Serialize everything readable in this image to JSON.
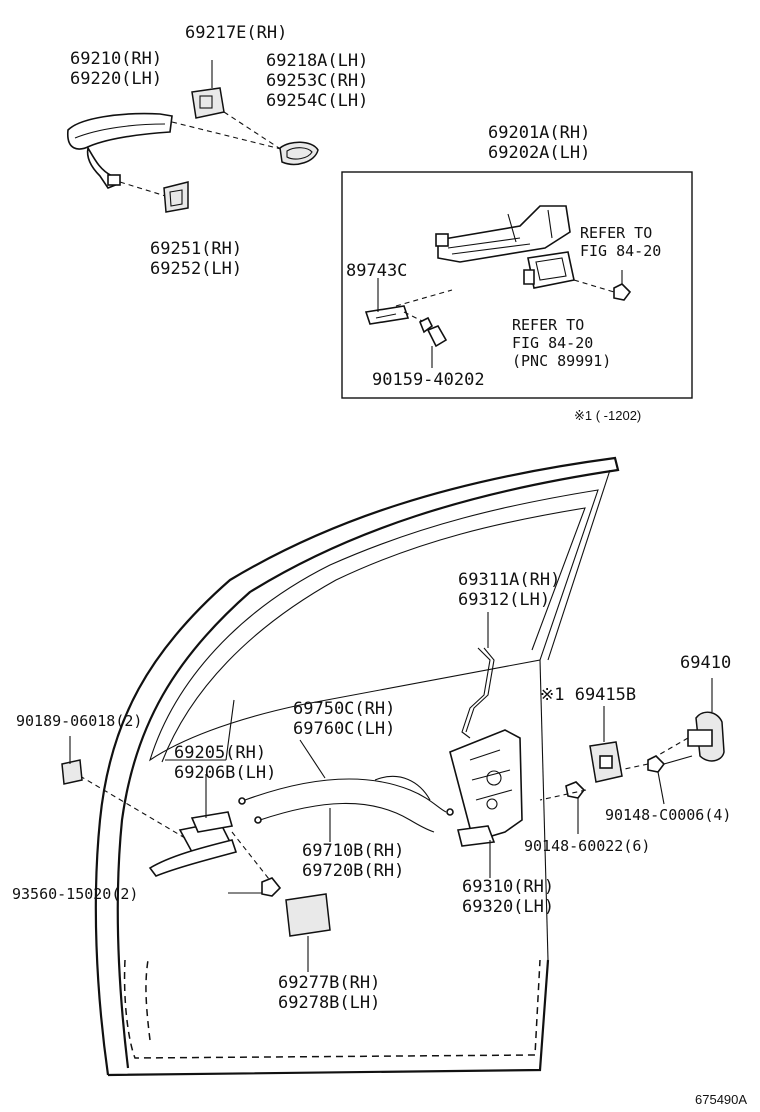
{
  "labels": {
    "p69217e": "69217E(RH)",
    "p69210": "69210(RH)",
    "p69220": "69220(LH)",
    "p69218a": "69218A(LH)",
    "p69253c": "69253C(RH)",
    "p69254c": "69254C(LH)",
    "p69251": "69251(RH)",
    "p69252": "69252(LH)",
    "p69201a": "69201A(RH)",
    "p69202a": "69202A(LH)",
    "p89743c": "89743C",
    "refer1_a": "REFER TO",
    "refer1_b": "FIG 84-20",
    "refer2_a": "REFER TO",
    "refer2_b": "FIG 84-20",
    "refer2_c": "(PNC 89991)",
    "p90159": "90159-40202",
    "note": "※1 (    -1202)",
    "p69311a": "69311A(RH)",
    "p69312": "69312(LH)",
    "p69410": "69410",
    "p69415b": "※1 69415B",
    "p90189": "90189-06018(2)",
    "p69750c": "69750C(RH)",
    "p69760c": "69760C(LH)",
    "p69205": "69205(RH)",
    "p69206b": "69206B(LH)",
    "p69710b": "69710B(RH)",
    "p69720b": "69720B(RH)",
    "p90148_60022": "90148-60022(6)",
    "p90148_c0006": "90148-C0006(4)",
    "p69310": "69310(RH)",
    "p69320": "69320(LH)",
    "p93560": "93560-15020(2)",
    "p69277b": "69277B(RH)",
    "p69278b": "69278B(LH)",
    "figure_id": "675490A"
  }
}
